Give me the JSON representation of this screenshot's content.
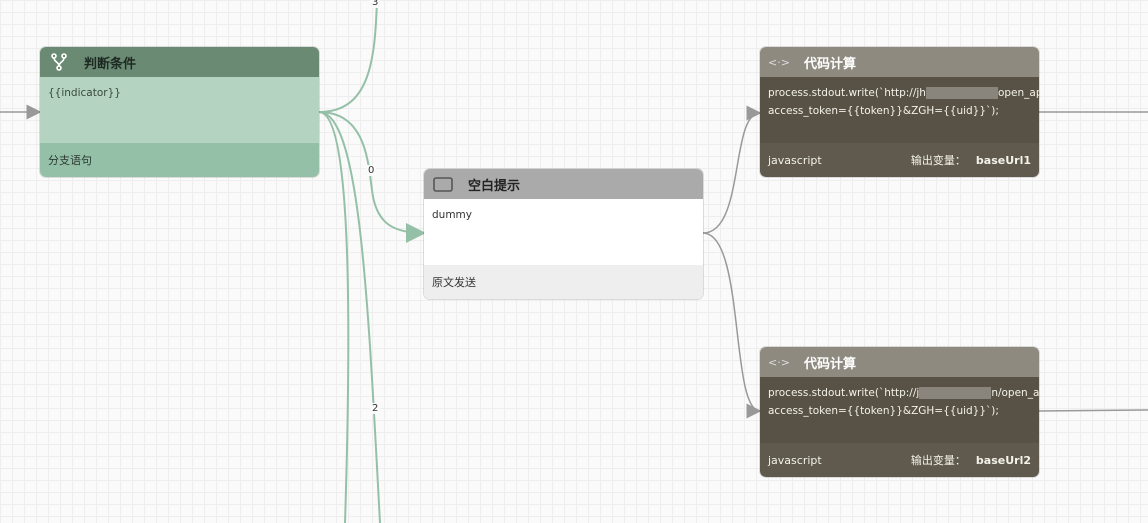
{
  "edges": {
    "labels": [
      "3",
      "0",
      "2"
    ]
  },
  "condition_node": {
    "title": "判断条件",
    "icon": "branch-icon",
    "content": "{{indicator}}",
    "footer": "分支语句"
  },
  "blank_node": {
    "title": "空白提示",
    "icon": "square-icon",
    "content": "dummy",
    "footer": "原文发送"
  },
  "code_nodes": [
    {
      "title": "代码计算",
      "icon": "code-icon",
      "line1_start": "process.stdout.write(`http://jh",
      "line1_end": "open_api/c",
      "line2": "access_token={{token}}&ZGH={{uid}}`);",
      "language": "javascript",
      "output_label": "输出变量：",
      "output_var": "baseUrl1"
    },
    {
      "title": "代码计算",
      "icon": "code-icon",
      "line1_start": "process.stdout.write(`http://j",
      "line1_end": "n/open_api/c",
      "line2": "access_token={{token}}&ZGH={{uid}}`);",
      "language": "javascript",
      "output_label": "输出变量：",
      "output_var": "baseUrl2"
    }
  ],
  "colors": {
    "green_edge": "#95c0a8",
    "gray_edge": "#999999"
  }
}
